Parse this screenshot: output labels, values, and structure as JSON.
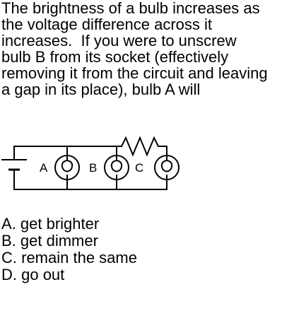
{
  "question": {
    "lines": [
      "The brightness of a bulb increases as",
      "the voltage difference across it",
      "increases.  If you were to unscrew",
      "bulb B from its socket (effectively",
      "removing it from the circuit and leaving",
      "a gap in its place), bulb A will"
    ]
  },
  "circuit": {
    "labels": {
      "a": "A",
      "b": "B",
      "c": "C"
    }
  },
  "choices": [
    "A. get brighter",
    "B. get dimmer",
    "C. remain the same",
    "D. go out"
  ]
}
